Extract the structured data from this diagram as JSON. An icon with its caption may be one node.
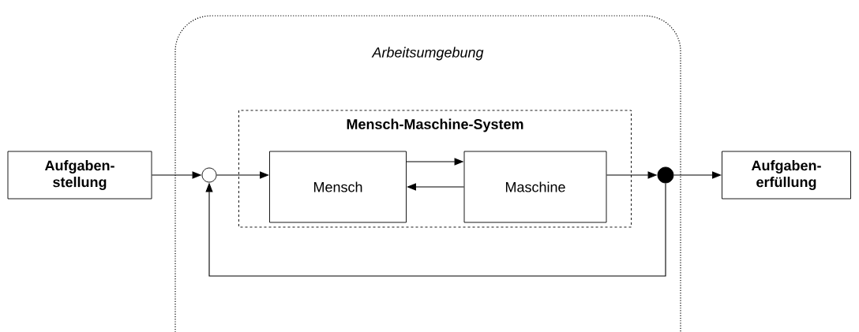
{
  "diagram": {
    "nodes": [
      {
        "text": [
          "Aufgaben- stellung"
        ]
      },
      {
        "text": [
          "Arbeitsumgebung"
        ]
      },
      {
        "text": [
          "Mensch-Maschine-System"
        ],
        "in": 1
      },
      {
        "text": [],
        "shape": "circle",
        "in": 1
      },
      {
        "text": [
          "Mensch"
        ],
        "in": 2
      },
      {
        "text": [
          "Maschine"
        ],
        "in": 2
      },
      {
        "text": [],
        "shape": "dot",
        "in": 1
      },
      {
        "text": [
          "Aufgaben- erfüllung"
        ]
      }
    ],
    "edges": [
      {
        "from": 0,
        "to": 3,
        "arrow": "to"
      },
      {
        "from": 3,
        "to": 4,
        "arrow": "to"
      },
      {
        "from": 4,
        "to": 5,
        "arrow": "to"
      },
      {
        "from": 5,
        "to": 4,
        "arrow": "to"
      },
      {
        "from": 5,
        "to": 6,
        "arrow": "to"
      },
      {
        "from": 6,
        "to": 7,
        "arrow": "to"
      },
      {
        "from": 6,
        "to": 3,
        "arrow": "to"
      }
    ]
  }
}
